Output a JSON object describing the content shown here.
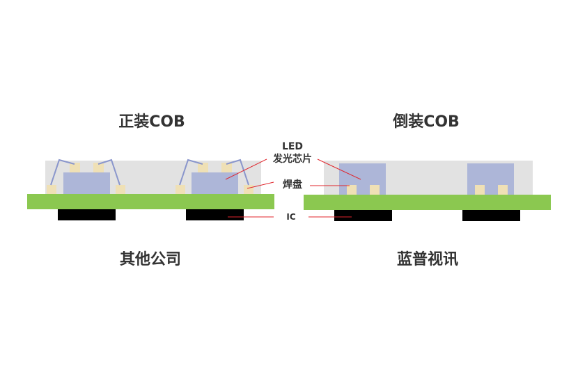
{
  "left_panel": {
    "title": "正装COB",
    "caption": "其他公司"
  },
  "right_panel": {
    "title": "倒装COB",
    "caption": "蓝普视讯"
  },
  "callouts": {
    "led_line1": "LED",
    "led_line2": "发光芯片",
    "pad": "焊盘",
    "ic": "IC"
  },
  "colors": {
    "pcb": "#8bc850",
    "encapsulant": "#e2e2e2",
    "chip": "#adb6d8",
    "pad": "#efe0b5",
    "ic": "#000000",
    "wire": "#8a96cc",
    "leader": "#e0242b",
    "text": "#333333"
  }
}
